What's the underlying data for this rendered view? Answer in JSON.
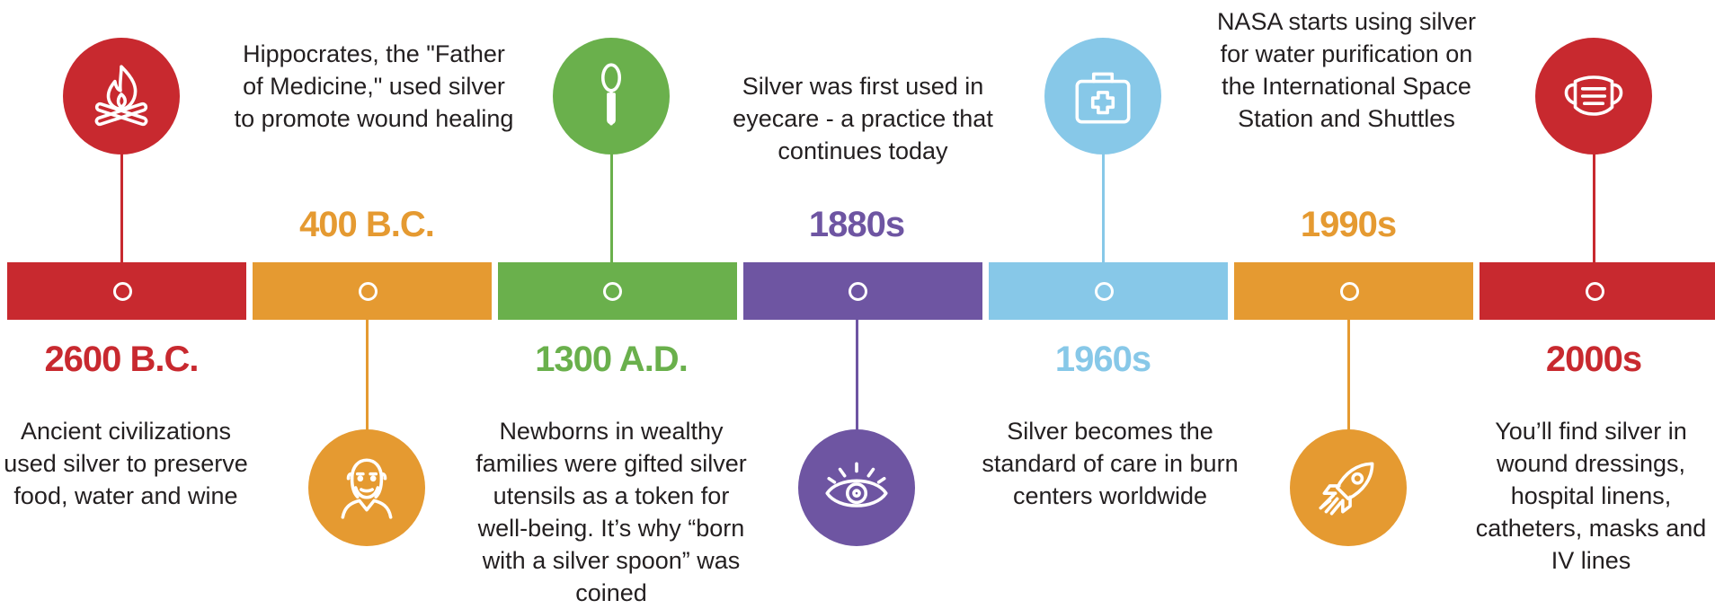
{
  "events": [
    {
      "year": "2600 B.C.",
      "text": "Ancient civilizations used silver to preserve food, water and wine",
      "color": "#c8292f",
      "icon": "campfire-icon"
    },
    {
      "year": "400 B.C.",
      "text": "Hippocrates, the \"Father of Medicine,\" used silver to promote wound healing",
      "color": "#e59a31",
      "icon": "hippocrates-icon"
    },
    {
      "year": "1300 A.D.",
      "text": "Newborns in wealthy families were gifted silver utensils as a token for well-being. It’s why “born with a silver spoon” was coined",
      "color": "#6ab04c",
      "icon": "spoon-icon"
    },
    {
      "year": "1880s",
      "text": "Silver was first used in eyecare - a practice that continues today",
      "color": "#6e55a2",
      "icon": "eye-icon"
    },
    {
      "year": "1960s",
      "text": "Silver becomes the standard of care in burn centers worldwide",
      "color": "#87c8e8",
      "icon": "medical-kit-icon"
    },
    {
      "year": "1990s",
      "text": "NASA starts using silver for water purification on the International Space Station and Shuttles",
      "color": "#e59a31",
      "icon": "rocket-icon"
    },
    {
      "year": "2000s",
      "text": "You’ll find silver in wound dressings, hospital linens, catheters, masks and IV lines",
      "color": "#c8292f",
      "icon": "face-mask-icon"
    }
  ]
}
